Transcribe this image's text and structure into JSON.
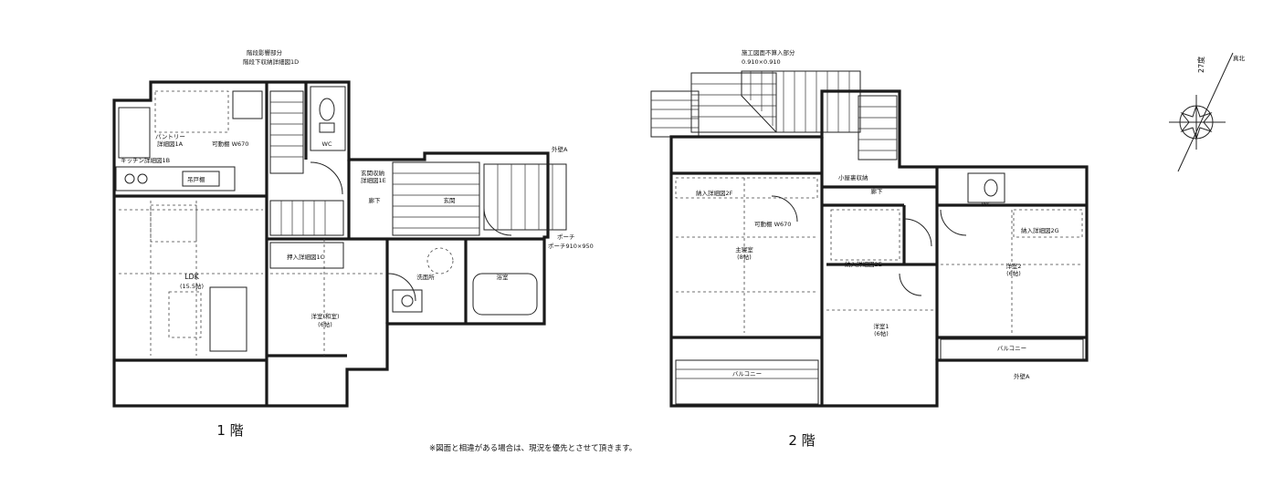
{
  "floor1": {
    "label": "1 階",
    "rooms": {
      "ldk": "LDK",
      "ldk_size": "(15.5帖)",
      "washitsu": "洋室(和室)",
      "washitsu_size": "(6帖)",
      "entrance": "玄関",
      "hall": "廊下",
      "bath": "浴室",
      "washroom": "洗面所",
      "wc": "WC"
    },
    "annotations": {
      "pantry": "パントリー",
      "pantry_ref": "詳細図1A",
      "kitchen_ref": "キッチン詳細図1B",
      "kitchen": "吊戸棚",
      "stair_note": "階段影響部分",
      "stair_note_ref": "階段下収納詳細図1D",
      "shelf": "可動棚 W670",
      "genkan_storage": "玄関収納",
      "genkan_storage_ref": "詳細図1E",
      "closet": "押入詳細図1C",
      "exterior_a": "外壁A",
      "porch": "ポーチ",
      "porch_size": "ポーチ910×950"
    }
  },
  "floor2": {
    "label": "2 階",
    "rooms": {
      "master": "主寝室",
      "master_size": "(8帖)",
      "room1": "洋室1",
      "room1_size": "(6帖)",
      "room2": "洋室2",
      "room2_size": "(6帖)",
      "hall": "廊下",
      "wc": "WC",
      "balcony1": "バルコニー",
      "balcony2": "バルコニー"
    },
    "annotations": {
      "blowout_note": "施工図面不算入部分",
      "blowout_size": "0.910×0.910",
      "closet_2f": "納入詳細図2F",
      "closet_2e": "納入詳細図2E",
      "closet_2g": "納入詳細図2G",
      "shelf": "可動棚 W670",
      "storage": "小屋裏収納",
      "exterior_a": "外壁A"
    }
  },
  "compass": {
    "north": "真北",
    "angle": "27度"
  },
  "footnote": "※図面と相違がある場合は、現況を優先とさせて頂きます。"
}
